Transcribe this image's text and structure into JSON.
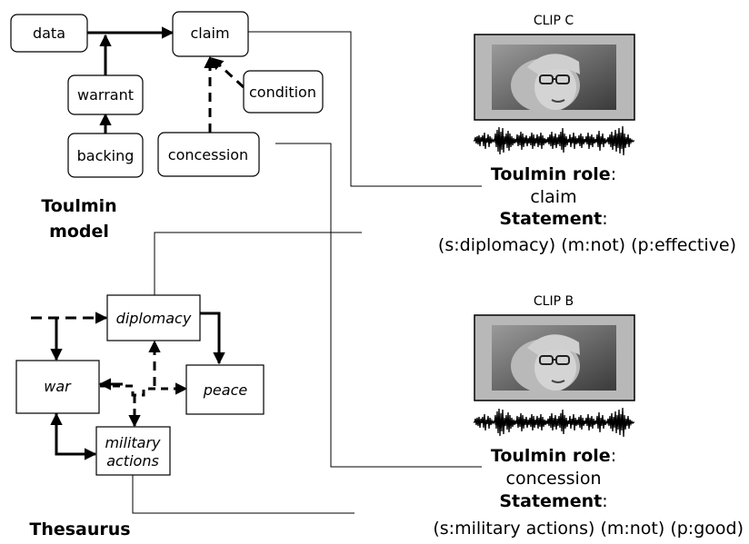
{
  "toulmin": {
    "nodes": {
      "data": "data",
      "claim": "claim",
      "warrant": "warrant",
      "condition": "condition",
      "backing": "backing",
      "concession": "concession"
    },
    "caption_line1": "Toulmin",
    "caption_line2": "model"
  },
  "thesaurus": {
    "nodes": {
      "diplomacy": "diplomacy",
      "war": "war",
      "peace": "peace",
      "military_line1": "military",
      "military_line2": "actions"
    },
    "caption": "Thesaurus"
  },
  "clips": [
    {
      "title": "CLIP C",
      "role_label": "Toulmin role",
      "role_colon": ":",
      "role_value": "claim",
      "statement_label": "Statement",
      "statement_colon": ":",
      "statement": "(s:diplomacy) (m:not) (p:effective)"
    },
    {
      "title": "CLIP B",
      "role_label": "Toulmin role",
      "role_colon": ":",
      "role_value": "concession",
      "statement_label": "Statement",
      "statement_colon": ":",
      "statement": "(s:military actions) (m:not) (p:good)"
    }
  ]
}
